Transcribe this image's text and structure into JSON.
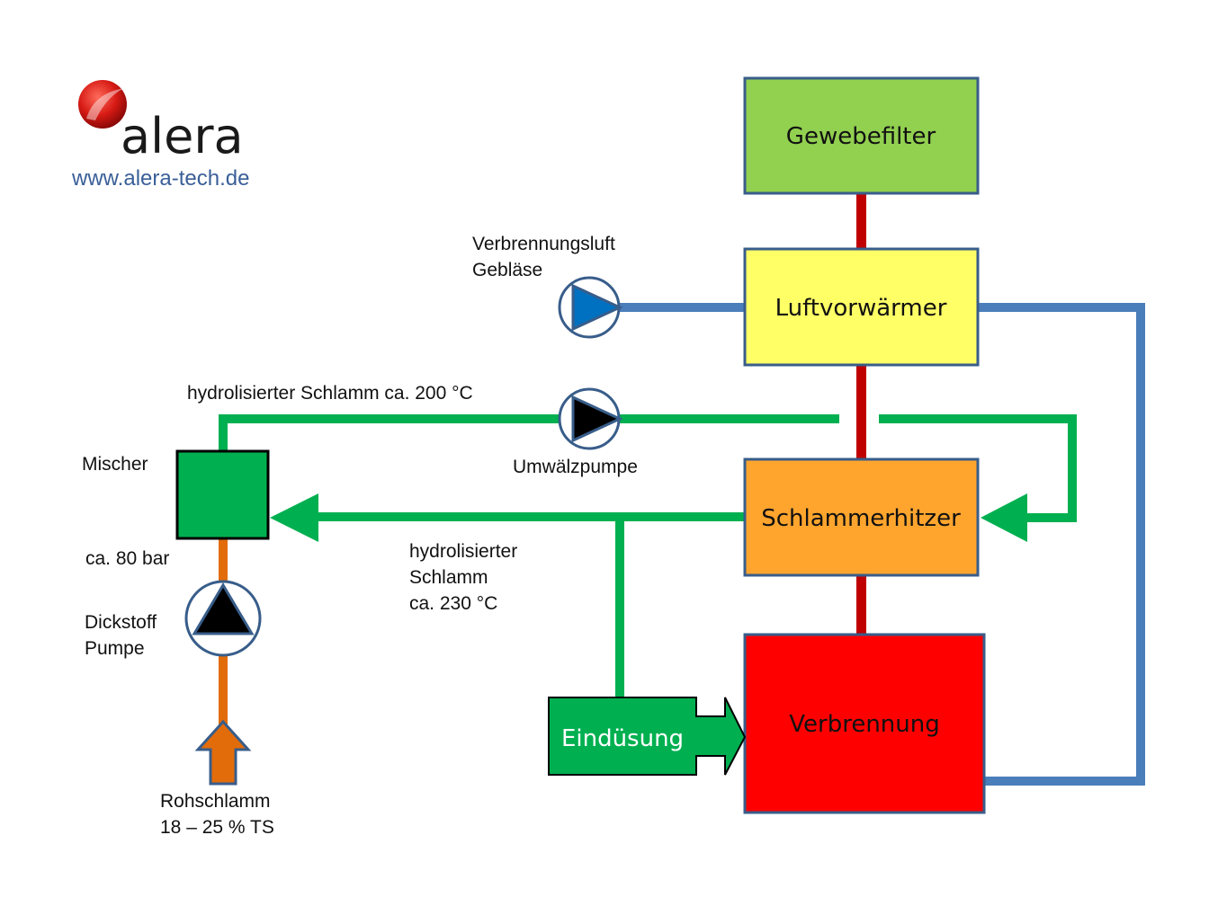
{
  "logo": {
    "name": "alera",
    "url": "www.alera-tech.de",
    "icon": "red-sphere-logo"
  },
  "colors": {
    "flue_gas": "#c00000",
    "air": "#4a7ebb",
    "sludge": "#00b050",
    "raw_sludge": "#e36c0a",
    "box_border": "#385d8a",
    "gewebefilter": "#92d050",
    "luftvorwaermer": "#ffff66",
    "schlammerhitzer": "#ffa52e",
    "verbrennung": "#ff0000",
    "eindusung": "#00b050",
    "mischer": "#00b050",
    "blower_fill": "#0070c0"
  },
  "boxes": {
    "gewebefilter": "Gewebefilter",
    "luftvorwaermer": "Luftvorwärmer",
    "schlammerhitzer": "Schlammerhitzer",
    "verbrennung": "Verbrennung",
    "eindusung": "Eindüsung"
  },
  "labels": {
    "blower_line1": "Verbrennungsluft",
    "blower_line2": "Gebläse",
    "hydro_200": "hydrolisierter Schlamm ca. 200 °C",
    "umwaelzpumpe": "Umwälzpumpe",
    "mischer": "Mischer",
    "pressure": "ca. 80 bar",
    "dickstoff_line1": "Dickstoff",
    "dickstoff_line2": "Pumpe",
    "hydro_230_line1": "hydrolisierter",
    "hydro_230_line2": "Schlamm",
    "hydro_230_line3": "ca. 230 °C",
    "rohschlamm_line1": "Rohschlamm",
    "rohschlamm_line2": "18 – 25 % TS"
  }
}
